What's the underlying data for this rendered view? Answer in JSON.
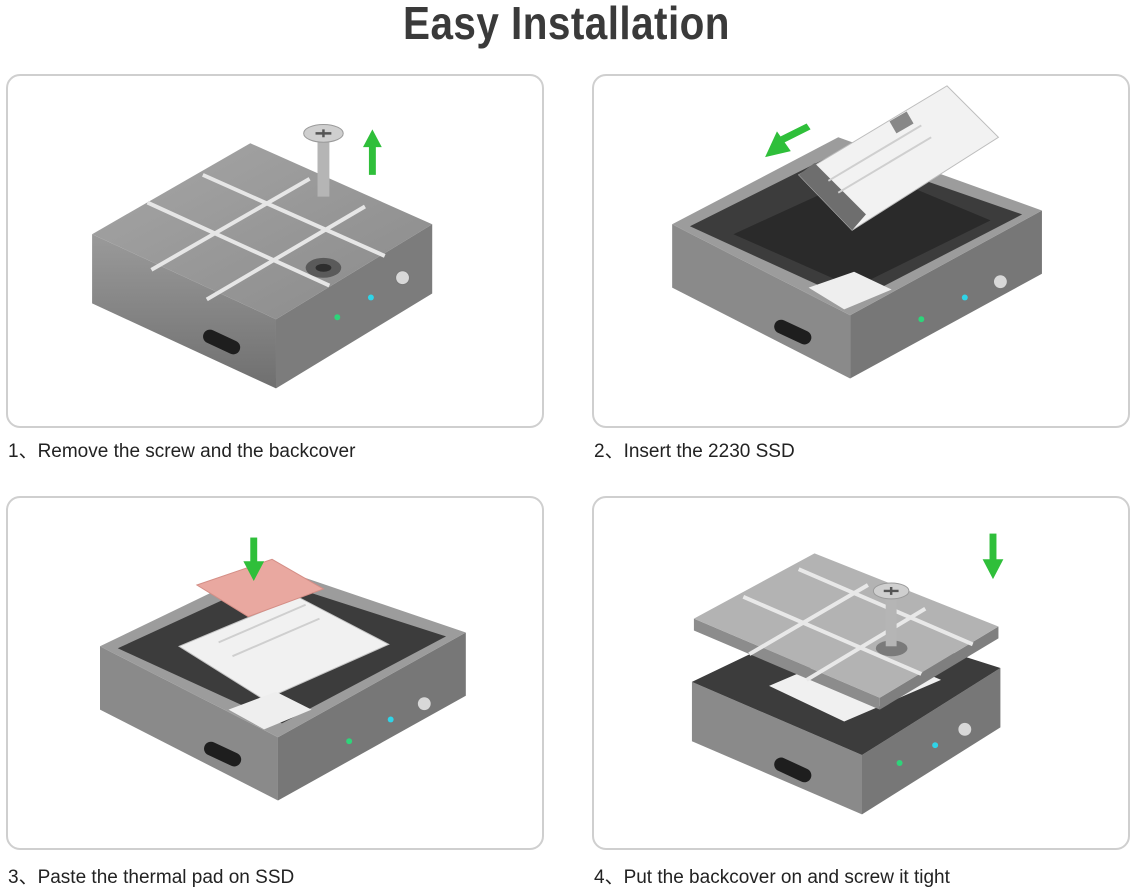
{
  "title": "Easy Installation",
  "steps": [
    {
      "caption": "1、Remove the screw and the backcover"
    },
    {
      "caption": "2、Insert the 2230 SSD"
    },
    {
      "caption": "3、Paste the thermal pad on SSD"
    },
    {
      "caption": "4、Put the backcover on and screw it tight"
    }
  ],
  "colors": {
    "enclosure": "#8e8e8e",
    "lid": "#a9a9a9",
    "arrow": "#2fbf3a",
    "thermal_pad": "#e9a8a0",
    "led_green": "#2ed47a",
    "led_cyan": "#2fd4e8"
  }
}
